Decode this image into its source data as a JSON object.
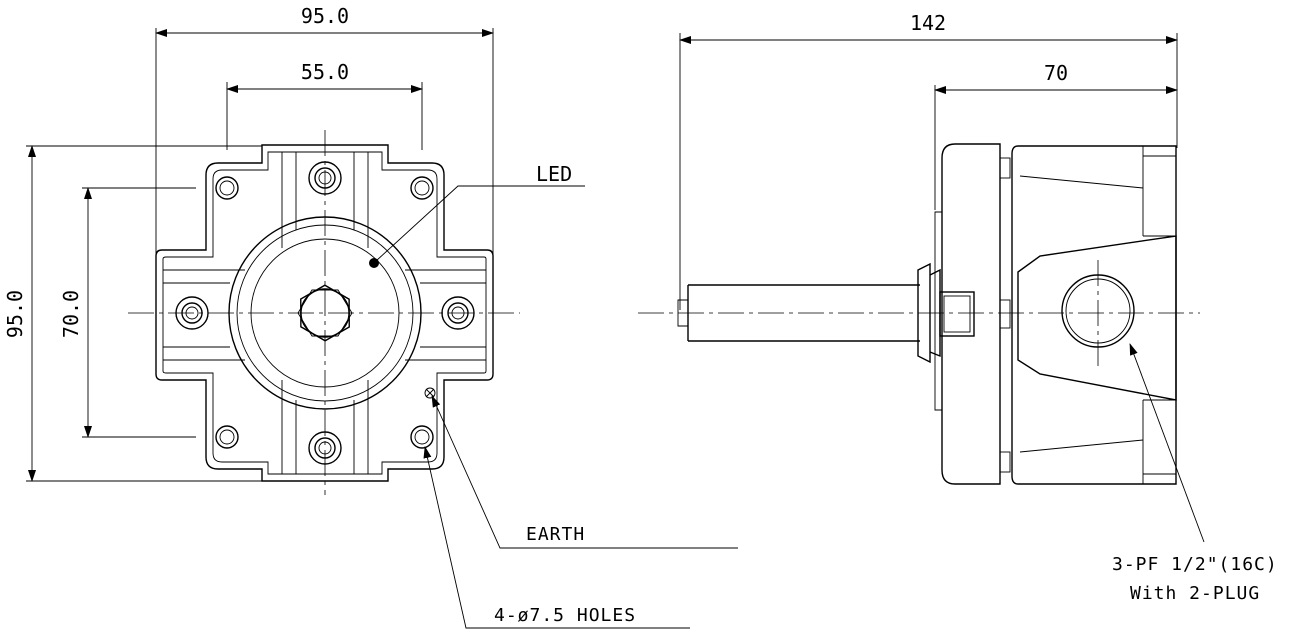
{
  "front_view": {
    "dim_overall_width": "95.0",
    "dim_hole_spacing_x": "55.0",
    "dim_overall_height": "95.0",
    "dim_hole_spacing_y": "70.0",
    "callout_led": "LED",
    "callout_earth": "EARTH",
    "callout_holes": "4-ø7.5 HOLES"
  },
  "side_view": {
    "dim_overall_length": "142",
    "dim_body_length": "70",
    "callout_conduit_line1": "3-PF 1/2\"(16C)",
    "callout_conduit_line2": "With 2-PLUG"
  }
}
